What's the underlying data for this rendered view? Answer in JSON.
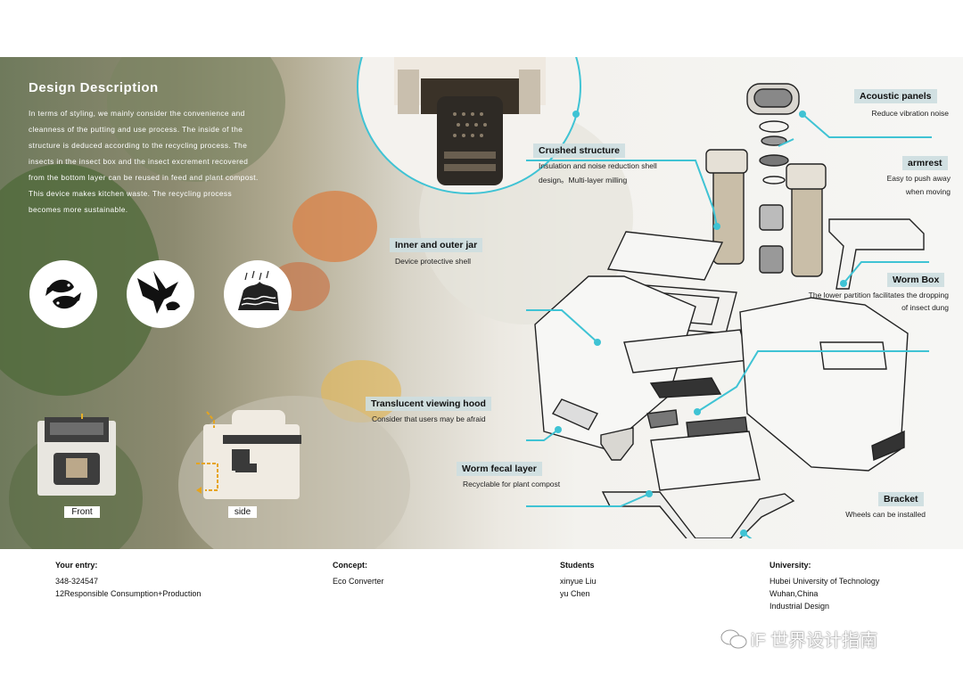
{
  "design": {
    "title": "Design Description",
    "description": "In terms of styling, we mainly consider the convenience and cleanness of the putting and use process. The inside of the structure is deduced according to the recycling process. The insects in the insect box and the insect excrement recovered from the bottom layer can be reused in feed and plant compost. This device makes kitchen waste. The recycling process becomes more sustainable."
  },
  "views": {
    "front": "Front",
    "side": "side"
  },
  "callouts": {
    "acoustic": {
      "heading": "Acoustic panels",
      "sub1": "Reduce vibration noise"
    },
    "crushed": {
      "heading": "Crushed structure",
      "sub1": "Insulation and noise reduction shell",
      "sub2": "design。Multi-layer milling"
    },
    "armrest": {
      "heading": "armrest",
      "sub1": "Easy to push away",
      "sub2": "when moving"
    },
    "jar": {
      "heading": "Inner and outer jar",
      "sub1": "Device protective shell"
    },
    "wormbox": {
      "heading": "Worm Box",
      "sub1": "The lower partition facilitates the dropping",
      "sub2": "of insect dung"
    },
    "hood": {
      "heading": "Translucent viewing hood",
      "sub1": "Consider that users may be afraid"
    },
    "fecal": {
      "heading": "Worm fecal layer",
      "sub1": "Recyclable for plant compost"
    },
    "bracket": {
      "heading": "Bracket",
      "sub1": "Wheels can be installed"
    }
  },
  "footer": {
    "entry_label": "Your entry:",
    "entry_id": "348-324547",
    "entry_cat": "12Responsible Consumption+Production",
    "concept_label": "Concept:",
    "concept": "Eco Converter",
    "students_label": "Students",
    "student1": "xinyue Liu",
    "student2": "yu Chen",
    "univ_label": "University:",
    "univ1": "Hubei University of Technology",
    "univ2": "Wuhan,China",
    "univ3": "Industrial Design"
  },
  "watermark": "iF 世界设计指南",
  "colors": {
    "accent": "#3fc3d4",
    "tag_bg": "#cddee0"
  },
  "icons": [
    "fish-icon",
    "bird-icon",
    "waves-icon",
    "front-view-icon",
    "side-view-icon",
    "wechat-icon"
  ]
}
